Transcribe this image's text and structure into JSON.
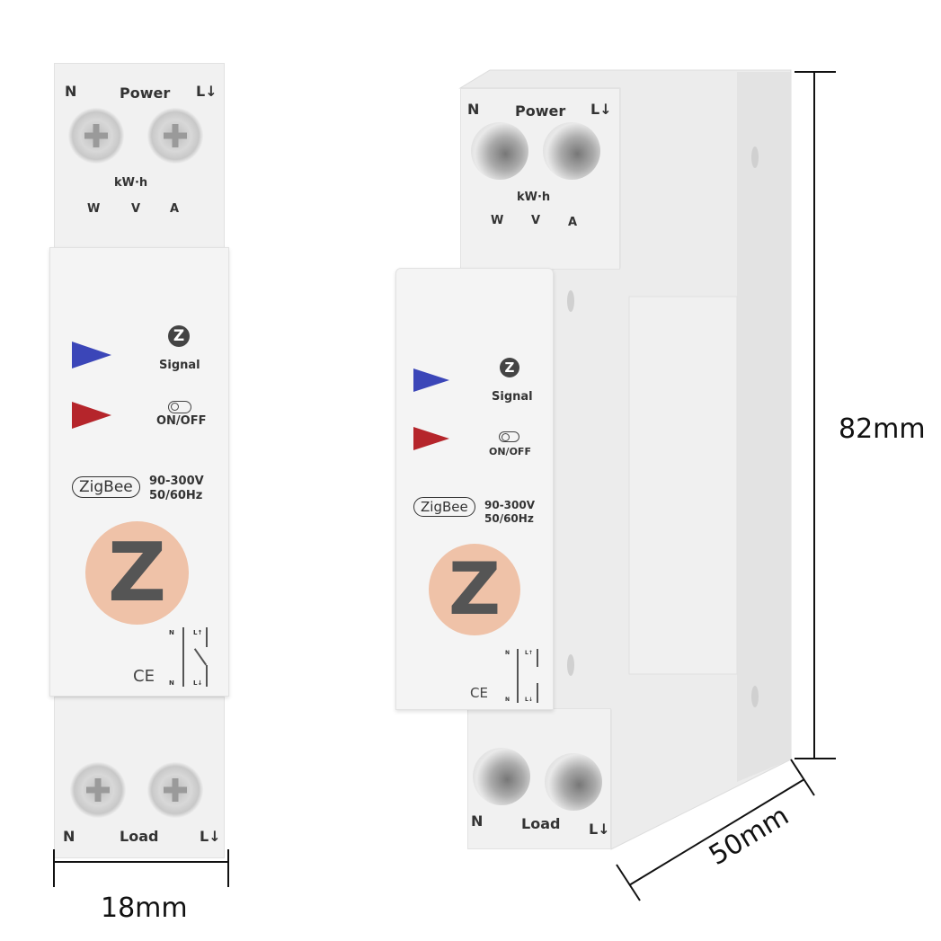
{
  "front_view": {
    "top_labels": {
      "n": "N",
      "power": "Power",
      "l": "L↓",
      "kwh": "kW·h",
      "w": "W",
      "v": "V",
      "a": "A"
    },
    "indicators": {
      "signal": "Signal",
      "onoff": "ON/OFF"
    },
    "brand": "ZigBee",
    "voltage": "90-300V",
    "frequency": "50/60Hz",
    "logo_letter": "Z",
    "ce": "CE",
    "diagram": {
      "n_top": "N",
      "l_top": "L↑",
      "n_bot": "N",
      "l_bot": "L↓"
    },
    "bottom_labels": {
      "n": "N",
      "load": "Load",
      "l": "L↓"
    },
    "width_dimension": "18mm"
  },
  "side_view": {
    "top_labels": {
      "n": "N",
      "power": "Power",
      "l": "L↓",
      "kwh": "kW·h",
      "w": "W",
      "v": "V",
      "a": "A"
    },
    "indicators": {
      "signal": "Signal",
      "onoff": "ON/OFF"
    },
    "brand": "ZigBee",
    "voltage": "90-300V",
    "frequency": "50/60Hz",
    "logo_letter": "Z",
    "ce": "CE",
    "diagram": {
      "n_top": "N",
      "l_top": "L↑",
      "n_bot": "N",
      "l_bot": "L↓"
    },
    "bottom_labels": {
      "n": "N",
      "load": "Load",
      "l": "L↓"
    },
    "height_dimension": "82mm",
    "depth_dimension": "50mm"
  }
}
